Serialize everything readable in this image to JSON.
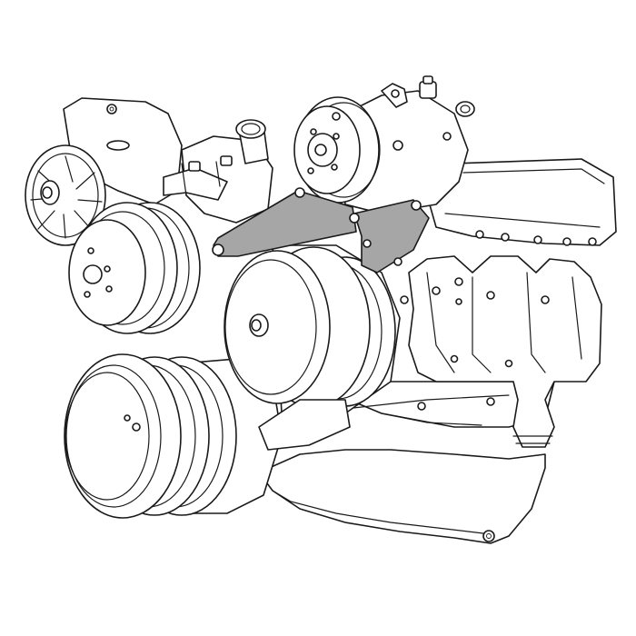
{
  "diagram": {
    "subject": "engine-accessory-drive",
    "colors": {
      "background": "#ffffff",
      "linework": "#1a1a1a",
      "bracket_highlight": "#a6a6a6"
    },
    "parts": [
      {
        "id": "alternator",
        "icon": "alternator-icon"
      },
      {
        "id": "alternator-bracket",
        "icon": "bracket-icon"
      },
      {
        "id": "water-pump-pulley",
        "icon": "pulley-icon"
      },
      {
        "id": "crankshaft-pulley",
        "icon": "pulley-icon"
      },
      {
        "id": "power-steering-pulley",
        "icon": "pulley-icon"
      },
      {
        "id": "ac-compressor",
        "icon": "compressor-icon"
      },
      {
        "id": "compressor-mounting-bracket",
        "icon": "bracket-icon",
        "highlighted": true
      },
      {
        "id": "thermostat-housing",
        "icon": "hose-icon"
      },
      {
        "id": "valve-cover",
        "icon": "valve-cover-icon"
      },
      {
        "id": "exhaust-manifold",
        "icon": "manifold-icon"
      },
      {
        "id": "oil-pan",
        "icon": "oil-pan-icon"
      }
    ]
  }
}
